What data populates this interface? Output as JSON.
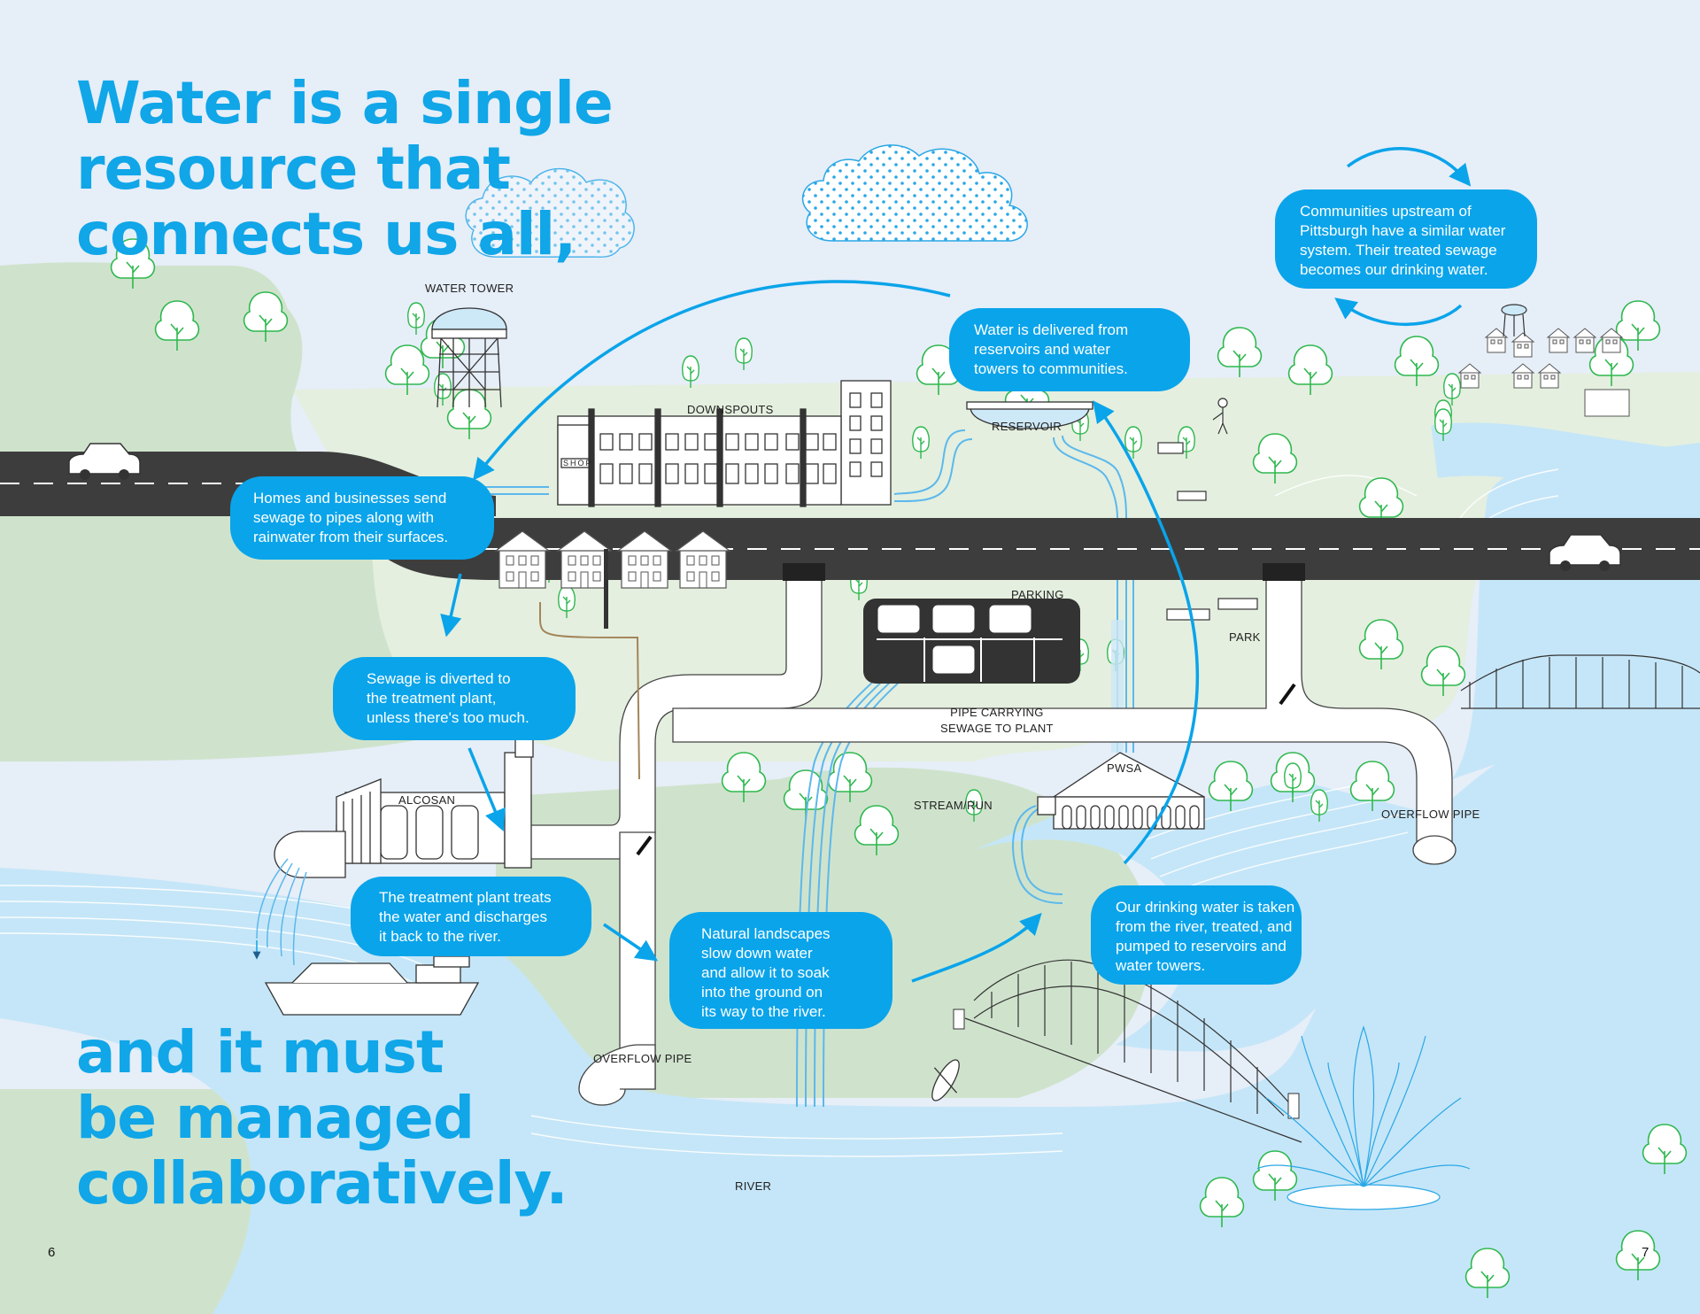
{
  "headline": {
    "top": [
      "Water is a single",
      "resource that",
      "connects us all,"
    ],
    "bottom": [
      "and it must",
      "be managed",
      "collaboratively."
    ]
  },
  "callouts": {
    "upstream": [
      "Communities upstream of",
      "Pittsburgh have a similar water",
      "system. Their treated sewage",
      "becomes our drinking water."
    ],
    "delivered": [
      "Water is delivered from",
      "reservoirs and water",
      "towers to communities."
    ],
    "homes": [
      "Homes and businesses send",
      "sewage to pipes along with",
      "rainwater from their surfaces."
    ],
    "diverted": [
      "Sewage is diverted to",
      "the treatment plant,",
      "unless there's too much."
    ],
    "treatment": [
      "The treatment plant treats",
      "the water and discharges",
      "it back to the river."
    ],
    "natural": [
      "Natural landscapes",
      "slow down water",
      "and allow it to soak",
      "into the ground on",
      "its way to the river."
    ],
    "drinking": [
      "Our drinking water is taken",
      "from the river, treated, and",
      "pumped to reservoirs and",
      "water towers."
    ]
  },
  "labels": {
    "water_tower": "WATER TOWER",
    "downspouts": "DOWNSPOUTS",
    "reservoir": "RESERVOIR",
    "shop": "SHOP",
    "parking": "PARKING",
    "park": "PARK",
    "pipe_carrying": [
      "PIPE CARRYING",
      "SEWAGE TO PLANT"
    ],
    "alcosan": "ALCOSAN",
    "pwsa": "PWSA",
    "stream_run": "STREAM/RUN",
    "overflow_pipe_right": "OVERFLOW PIPE",
    "overflow_pipe_left": "OVERFLOW PIPE",
    "river": "RIVER"
  },
  "page_numbers": {
    "left": "6",
    "right": "7"
  },
  "colors": {
    "accent": "#0aa4ea",
    "headline": "#10a6e8",
    "sky": "#e6eef8",
    "land": "#cfe3cc",
    "land_light": "#e4efdf",
    "water": "#c5e6f8",
    "road": "#3d3d3d"
  }
}
